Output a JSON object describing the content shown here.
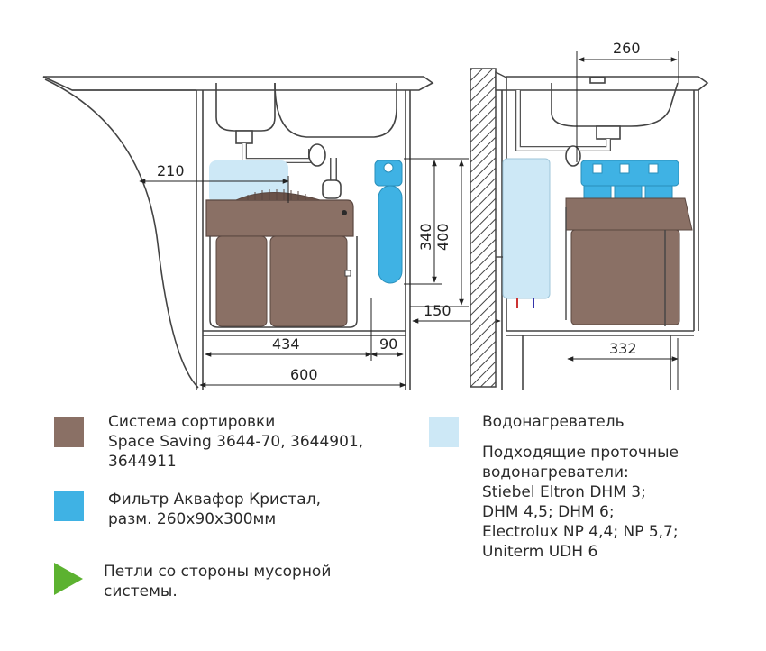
{
  "dimensions": {
    "d210": "210",
    "d434": "434",
    "d90": "90",
    "d600": "600",
    "d340": "340",
    "d400": "400",
    "d150": "150",
    "d260": "260",
    "d332": "332"
  },
  "colors": {
    "sorting_system": "#8a7065",
    "filter": "#3fb2e4",
    "water_heater": "#cde8f6",
    "hinges": "#5cb230"
  },
  "legend": {
    "sorting": {
      "line1": "Система сортировки",
      "line2": "Space Saving 3644-70, 3644901,",
      "line3": "3644911"
    },
    "filter": {
      "line1": "Фильтр Аквафор Кристал,",
      "line2": "разм. 260x90x300мм"
    },
    "hinges": {
      "line1": "Петли со стороны мусорной",
      "line2": "системы."
    },
    "heater": {
      "title": "Водонагреватель",
      "line1": "Подходящие проточные",
      "line2": "водонагреватели:",
      "line3": "Stiebel Eltron DHM 3;",
      "line4": "DHM 4,5; DHM 6;",
      "line5": "Electrolux NP 4,4; NP 5,7;",
      "line6": "Uniterm UDH 6"
    }
  }
}
